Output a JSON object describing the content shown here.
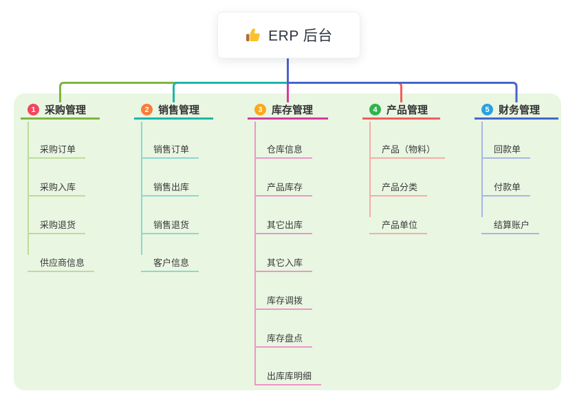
{
  "root": {
    "label": "ERP 后台",
    "icon": "thumbs-up-icon",
    "line_color": "#4c60ce"
  },
  "panel": {
    "bg": "#e9f6e2"
  },
  "branches": [
    {
      "num": "1",
      "label": "采购管理",
      "color": "#7cb53e",
      "light_color": "#bcdc98",
      "badge_color": "#f3455f",
      "children": [
        "采购订单",
        "采购入库",
        "采购退货",
        "供应商信息"
      ]
    },
    {
      "num": "2",
      "label": "销售管理",
      "color": "#1db5a7",
      "light_color": "#8bd8cf",
      "badge_color": "#fb7c3a",
      "children": [
        "销售订单",
        "销售出库",
        "销售退货",
        "客户信息"
      ]
    },
    {
      "num": "3",
      "label": "库存管理",
      "color": "#d6399e",
      "light_color": "#ee95c9",
      "badge_color": "#fba81c",
      "children": [
        "仓库信息",
        "产品库存",
        "其它出库",
        "其它入库",
        "库存调拨",
        "库存盘点",
        "出库库明细"
      ]
    },
    {
      "num": "4",
      "label": "产品管理",
      "color": "#f45b5c",
      "light_color": "#f8aba5",
      "badge_color": "#2db44d",
      "children": [
        "产品（物料）",
        "产品分类",
        "产品单位"
      ]
    },
    {
      "num": "5",
      "label": "财务管理",
      "color": "#4465c9",
      "light_color": "#a7b6e3",
      "badge_color": "#2aa2e0",
      "children": [
        "回款单",
        "付款单",
        "结算账户"
      ]
    }
  ]
}
